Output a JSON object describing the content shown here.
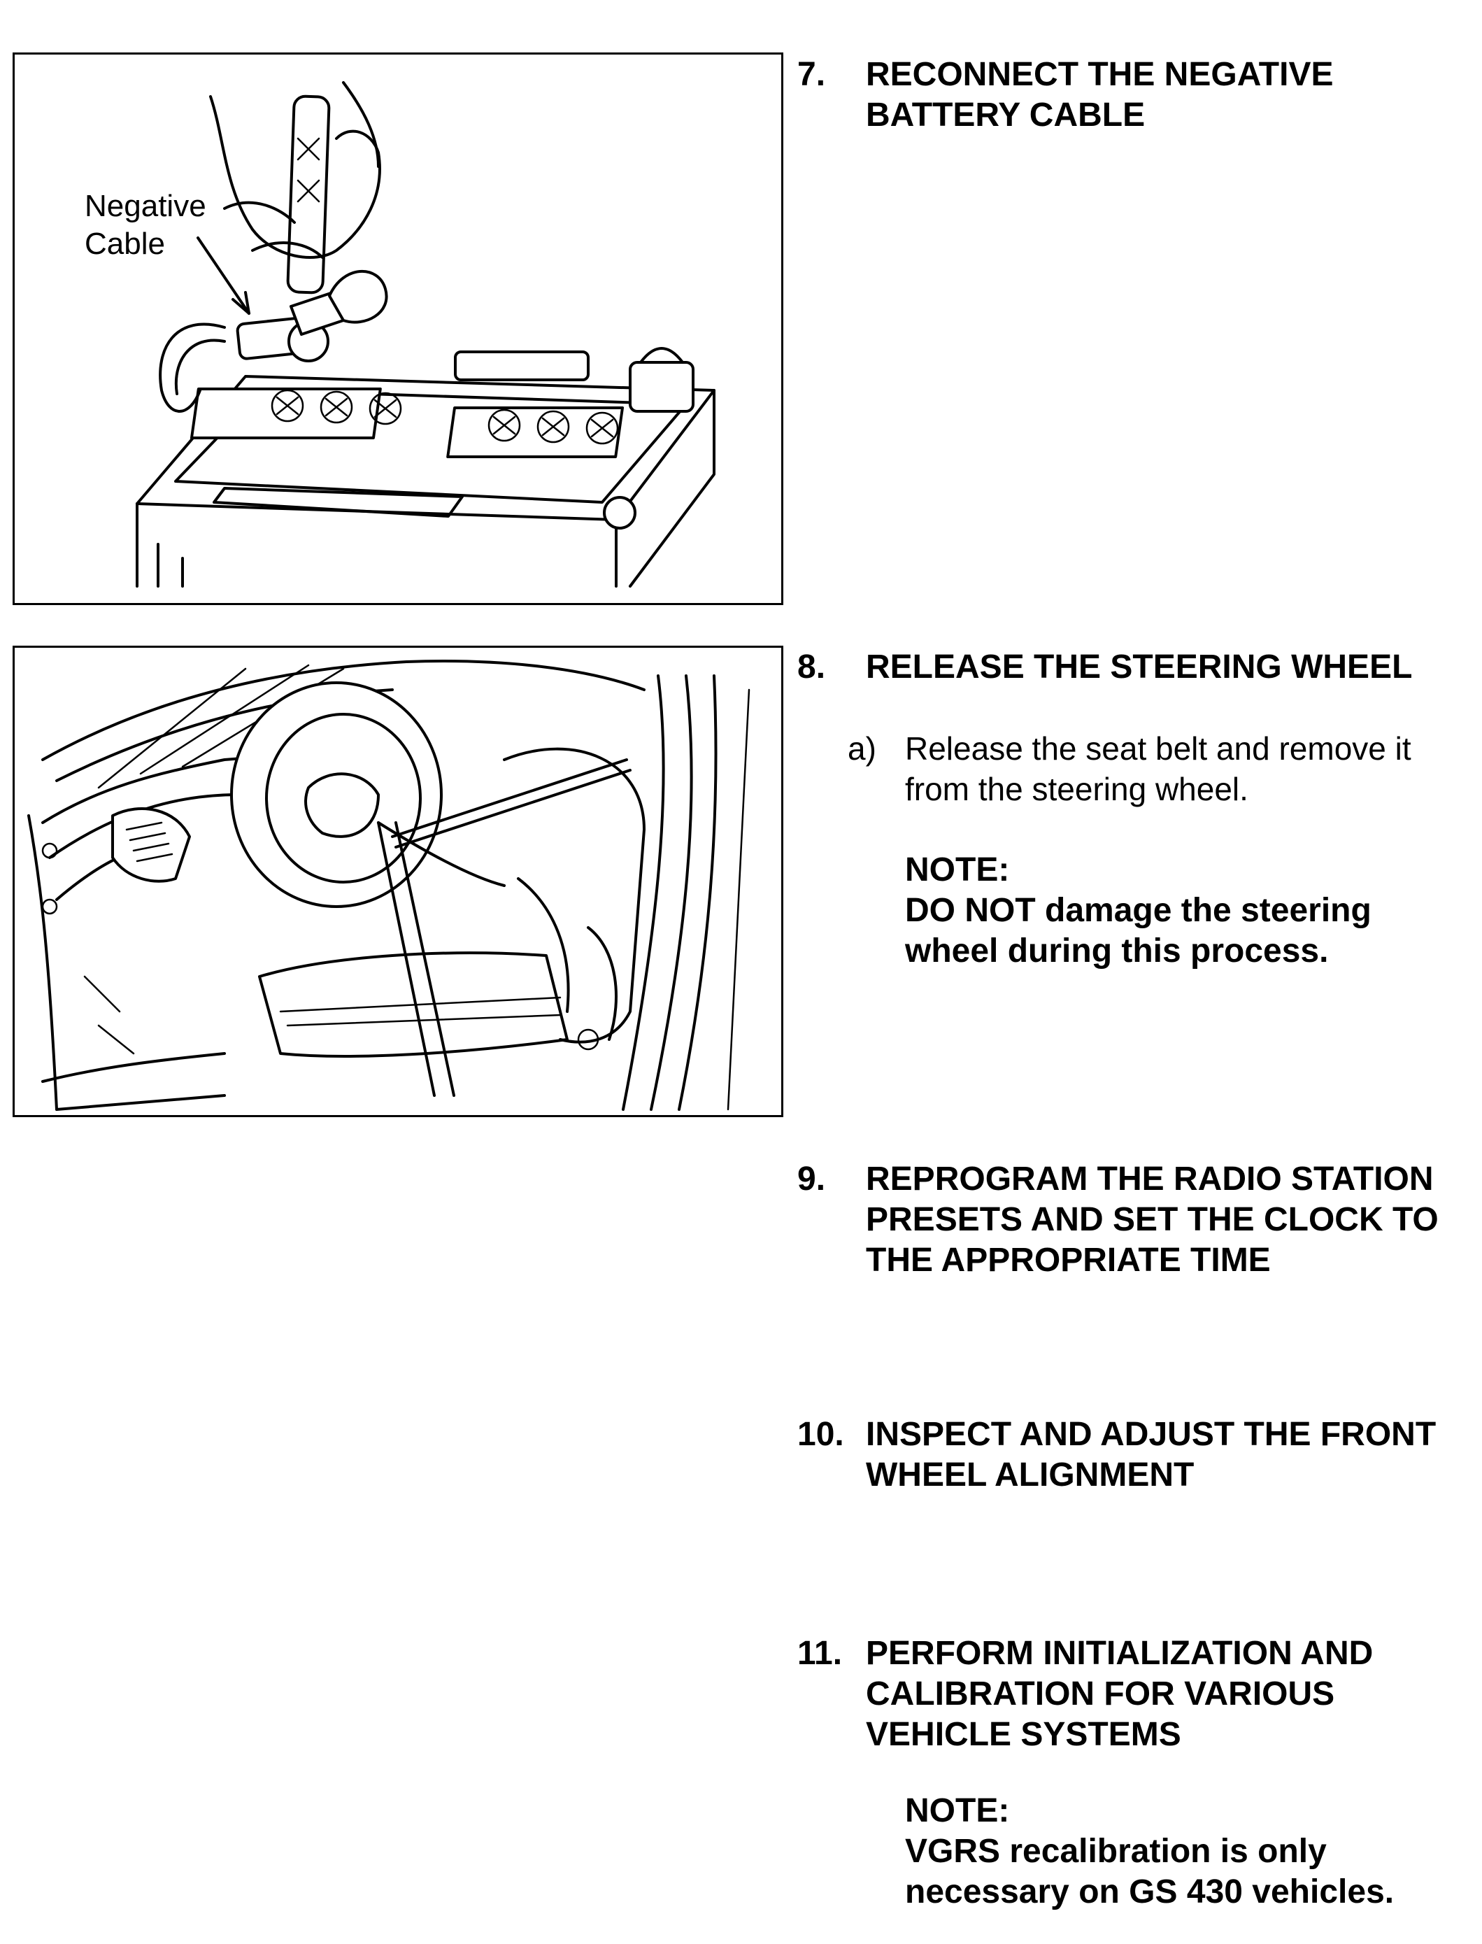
{
  "figures": {
    "battery": {
      "label": "Negative\nCable"
    },
    "interior": {}
  },
  "steps": [
    {
      "number": "7.",
      "title": "RECONNECT THE NEGATIVE BATTERY CABLE"
    },
    {
      "number": "8.",
      "title": "RELEASE THE STEERING WHEEL"
    },
    {
      "number": "9.",
      "title": "REPROGRAM THE RADIO STATION PRESETS AND SET THE CLOCK TO THE APPROPRIATE TIME"
    },
    {
      "number": "10.",
      "title": "INSPECT AND ADJUST THE FRONT WHEEL ALIGNMENT"
    },
    {
      "number": "11.",
      "title": "PERFORM INITIALIZATION AND CALIBRATION FOR VARIOUS VEHICLE SYSTEMS"
    }
  ],
  "step8_substep": {
    "letter": "a)",
    "text": "Release the seat belt and remove it from the steering wheel."
  },
  "notes": [
    {
      "label": "NOTE:",
      "text": "DO NOT damage the steering wheel during this process."
    },
    {
      "label": "NOTE:",
      "text": "VGRS recalibration is only necessary on GS 430 vehicles."
    }
  ]
}
